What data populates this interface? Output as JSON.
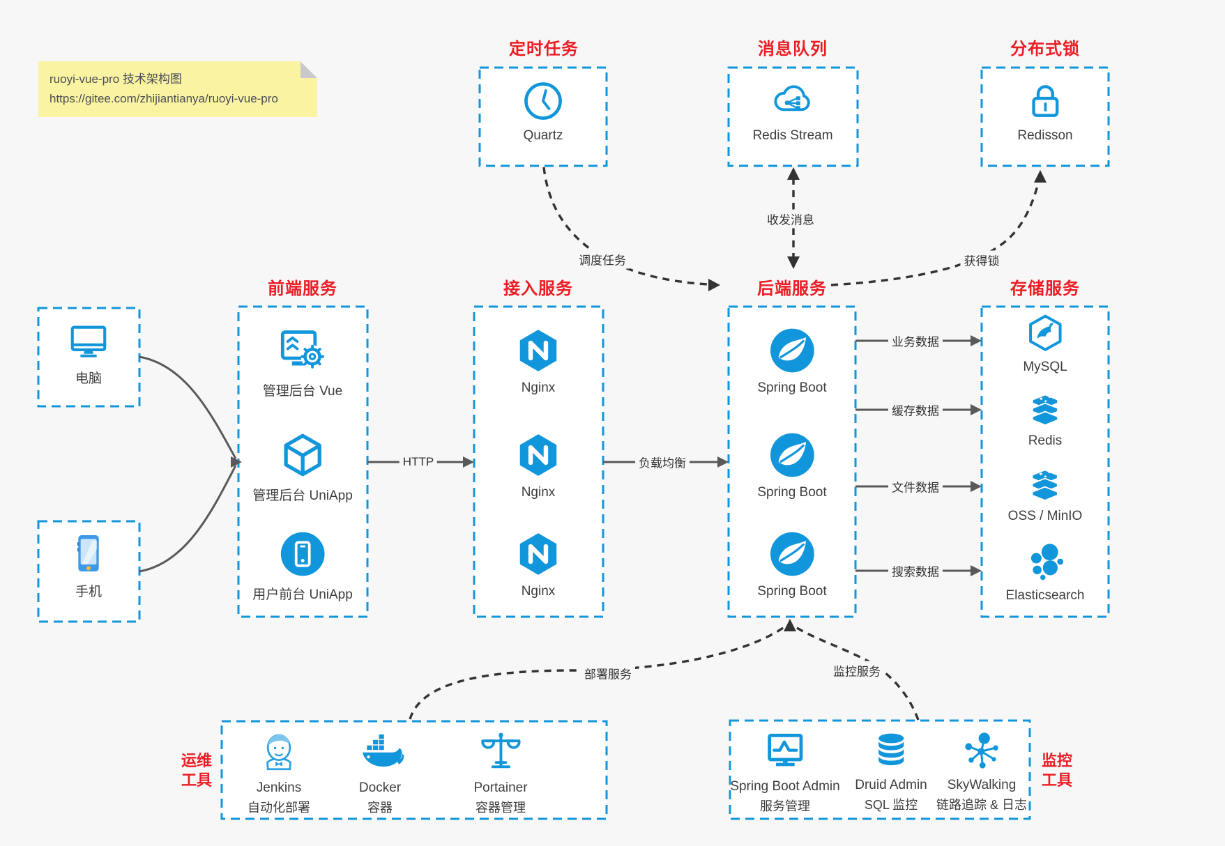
{
  "note": {
    "line1": "ruoyi-vue-pro 技术架构图",
    "line2": "https://gitee.com/zhijiantianya/ruoyi-vue-pro"
  },
  "top_groups": [
    {
      "title": "定时任务",
      "label": "Quartz",
      "icon": "clock-icon"
    },
    {
      "title": "消息队列",
      "label": "Redis Stream",
      "icon": "cloud-stream-icon"
    },
    {
      "title": "分布式锁",
      "label": "Redisson",
      "icon": "lock-icon"
    }
  ],
  "clients": [
    {
      "label": "电脑",
      "icon": "desktop-icon"
    },
    {
      "label": "手机",
      "icon": "smartphone-icon"
    }
  ],
  "columns": [
    {
      "title": "前端服务",
      "items": [
        {
          "label": "管理后台 Vue",
          "icon": "admin-vue-icon"
        },
        {
          "label": "管理后台 UniApp",
          "icon": "uniapp-cube-icon"
        },
        {
          "label": "用户前台 UniApp",
          "icon": "user-app-icon"
        }
      ]
    },
    {
      "title": "接入服务",
      "items": [
        {
          "label": "Nginx",
          "icon": "nginx-icon"
        },
        {
          "label": "Nginx",
          "icon": "nginx-icon"
        },
        {
          "label": "Nginx",
          "icon": "nginx-icon"
        }
      ]
    },
    {
      "title": "后端服务",
      "items": [
        {
          "label": "Spring Boot",
          "icon": "spring-icon"
        },
        {
          "label": "Spring Boot",
          "icon": "spring-icon"
        },
        {
          "label": "Spring Boot",
          "icon": "spring-icon"
        }
      ]
    },
    {
      "title": "存储服务",
      "items": [
        {
          "label": "MySQL",
          "icon": "mysql-icon"
        },
        {
          "label": "Redis",
          "icon": "redis-stack-icon"
        },
        {
          "label": "OSS / MinIO",
          "icon": "oss-stack-icon"
        },
        {
          "label": "Elasticsearch",
          "icon": "elasticsearch-icon"
        }
      ]
    }
  ],
  "edges": {
    "http": "HTTP",
    "load_balance": "负载均衡",
    "business": "业务数据",
    "cache": "缓存数据",
    "file": "文件数据",
    "search": "搜索数据",
    "schedule": "调度任务",
    "message": "收发消息",
    "lock": "获得锁",
    "deploy": "部署服务",
    "monitor": "监控服务"
  },
  "bottom_groups": [
    {
      "title_line1": "运维",
      "title_line2": "工具",
      "items": [
        {
          "name": "Jenkins",
          "desc": "自动化部署",
          "icon": "jenkins-icon"
        },
        {
          "name": "Docker",
          "desc": "容器",
          "icon": "docker-icon"
        },
        {
          "name": "Portainer",
          "desc": "容器管理",
          "icon": "portainer-icon"
        }
      ]
    },
    {
      "title_line1": "监控",
      "title_line2": "工具",
      "items": [
        {
          "name": "Spring Boot Admin",
          "desc": "服务管理",
          "icon": "spring-boot-admin-icon"
        },
        {
          "name": "Druid Admin",
          "desc": "SQL 监控",
          "icon": "druid-icon"
        },
        {
          "name": "SkyWalking",
          "desc": "链路追踪 & 日志",
          "icon": "skywalking-icon"
        }
      ]
    }
  ],
  "colors": {
    "accent_blue": "#1296db",
    "title_red": "#ed1c24",
    "background": "#f7f7f7",
    "box_fill": "#ffffff",
    "solid_arrow": "#595959",
    "dashed_arrow": "#333333",
    "note_bg": "#faf3a2"
  }
}
